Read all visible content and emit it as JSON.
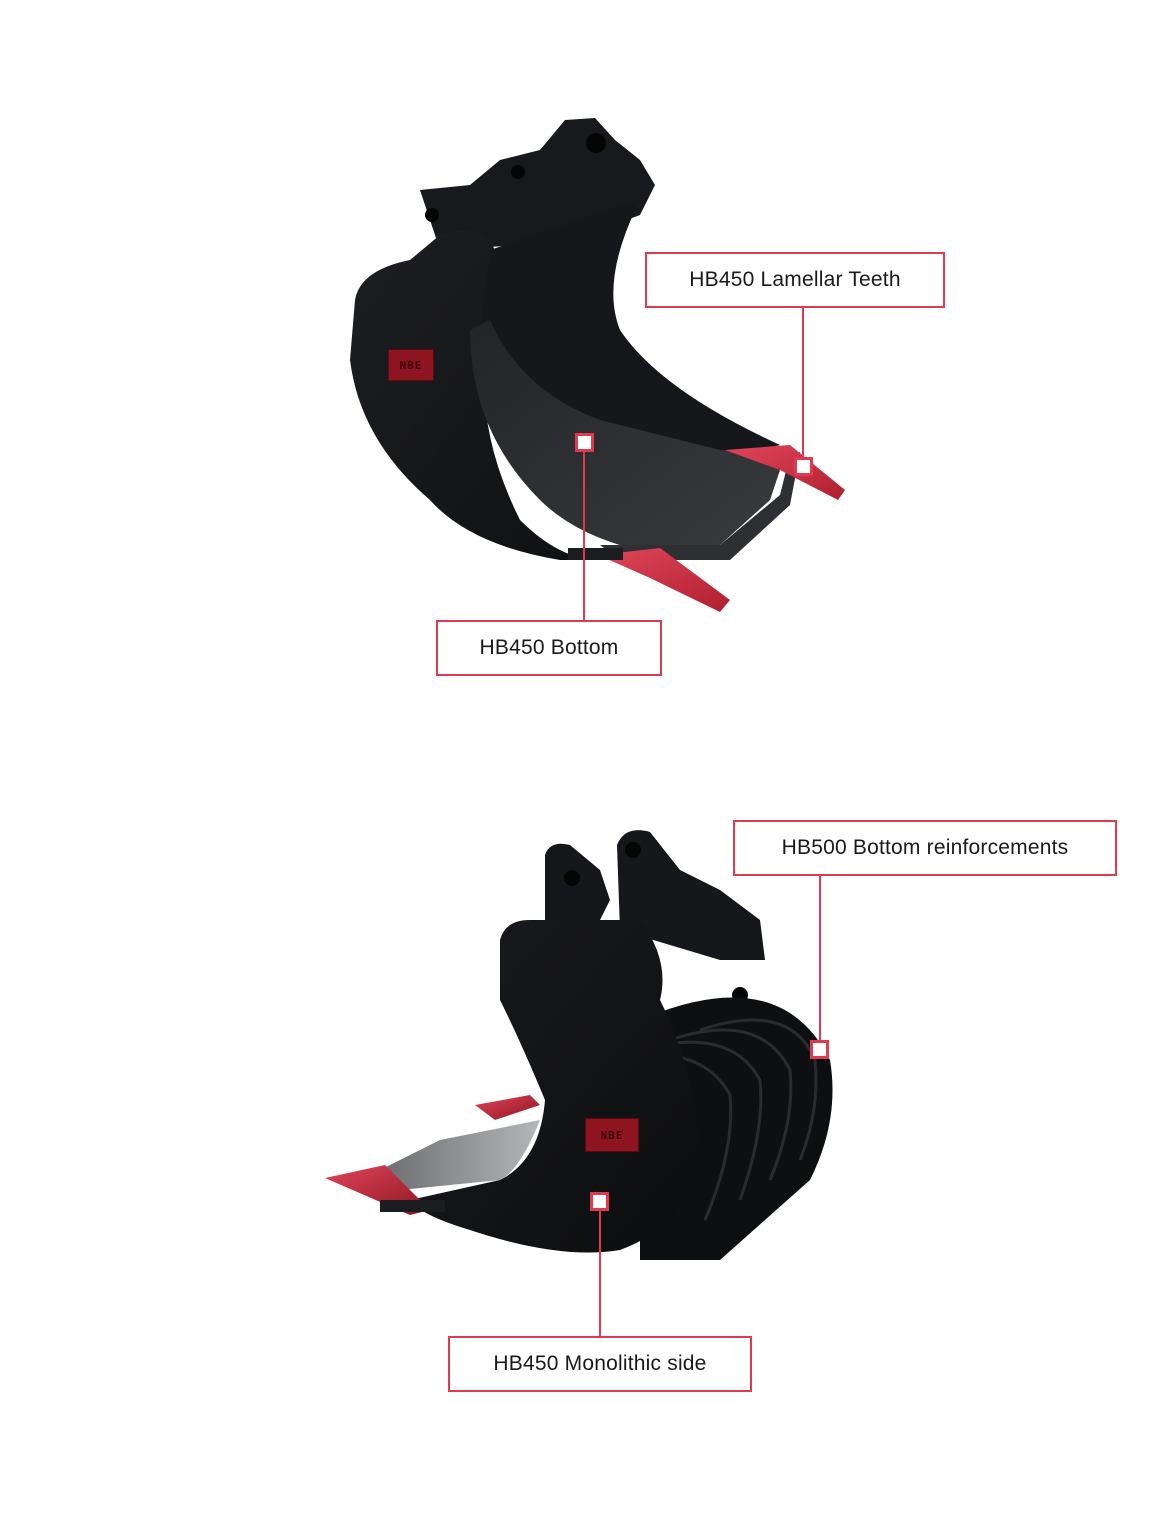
{
  "colors": {
    "accent": "#e03a4e",
    "tooth_red": "#d7354d",
    "body_dark": "#141416",
    "body_mid": "#2a2b2e",
    "background": "#ffffff"
  },
  "figures": [
    {
      "id": "trenching-bucket",
      "logo_text": "NBE",
      "callouts": [
        {
          "label": "HB450 Lamellar Teeth"
        },
        {
          "label": "HB450 Bottom"
        }
      ]
    },
    {
      "id": "reinforced-bucket",
      "logo_text": "NBE",
      "callouts": [
        {
          "label": "HB500 Bottom reinforcements"
        },
        {
          "label": "HB450 Monolithic side"
        }
      ]
    }
  ]
}
